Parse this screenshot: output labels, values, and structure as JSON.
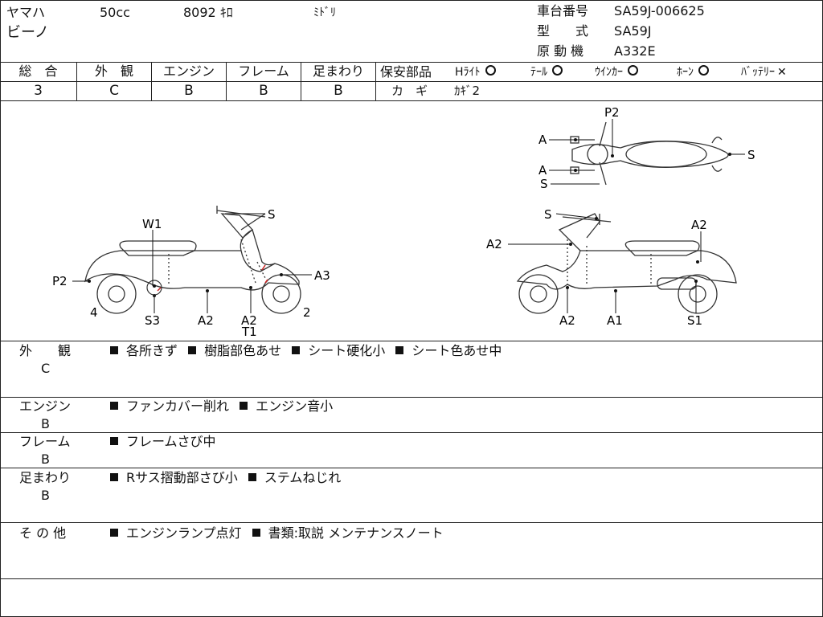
{
  "header": {
    "maker": "ヤマハ",
    "displacement": "50cc",
    "mileage": "8092 ｷﾛ",
    "color": "ﾐﾄﾞﾘ",
    "model_name": "ビーノ",
    "frame_no_label": "車台番号",
    "frame_no": "SA59J-006625",
    "type_label": "型　　式",
    "type_value": "SA59J",
    "engine_label": "原 動 機",
    "engine_value": "A332E"
  },
  "grades": {
    "overall_label": "総　合",
    "overall": "3",
    "exterior_label": "外　観",
    "exterior": "C",
    "engine_label": "エンジン",
    "engine": "B",
    "frame_label": "フレーム",
    "frame": "B",
    "suspension_label": "足まわり",
    "suspension": "B"
  },
  "safety": {
    "label": "保安部品",
    "items": [
      {
        "label": "Hﾗｲﾄ",
        "status": "circle"
      },
      {
        "label": "ﾃｰﾙ",
        "status": "circle"
      },
      {
        "label": "ｳｲﾝｶｰ",
        "status": "circle"
      },
      {
        "label": "ﾎｰﾝ",
        "status": "circle"
      },
      {
        "label": "ﾊﾞｯﾃﾘｰ",
        "status": "cross"
      }
    ],
    "key_label": "カ　ギ",
    "key_value": "ｶｷﾞ2"
  },
  "diagram_labels": {
    "top_p2": "P2",
    "top_a1": "A",
    "top_a2": "A",
    "top_s_left": "S",
    "top_s_right": "S",
    "left_s": "S",
    "left_w1": "W1",
    "left_p2": "P2",
    "left_a3": "A3",
    "left_4": "4",
    "left_s3": "S3",
    "left_a2_a": "A2",
    "left_a2_b": "A2",
    "left_t1": "T1",
    "left_2": "2",
    "right_s": "S",
    "right_a2_top": "A2",
    "right_a2_left": "A2",
    "right_a2_bottom": "A2",
    "right_a1": "A1",
    "right_s1": "S1"
  },
  "comments": {
    "exterior_label": "外　　観",
    "exterior_grade": "C",
    "exterior_notes": [
      "各所きず",
      "樹脂部色あせ",
      "シート硬化小",
      "シート色あせ中"
    ],
    "engine_label": "エンジン",
    "engine_grade": "B",
    "engine_notes": [
      "ファンカバー削れ",
      "エンジン音小"
    ],
    "frame_label": "フレーム",
    "frame_grade": "B",
    "frame_notes": [
      "フレームさび中"
    ],
    "suspension_label": "足まわり",
    "suspension_grade": "B",
    "suspension_notes": [
      "Rサス摺動部さび小",
      "ステムねじれ"
    ],
    "other_label": "そ の 他",
    "other_notes": [
      "エンジンランプ点灯",
      "書類:取説 メンテナンスノート"
    ]
  }
}
